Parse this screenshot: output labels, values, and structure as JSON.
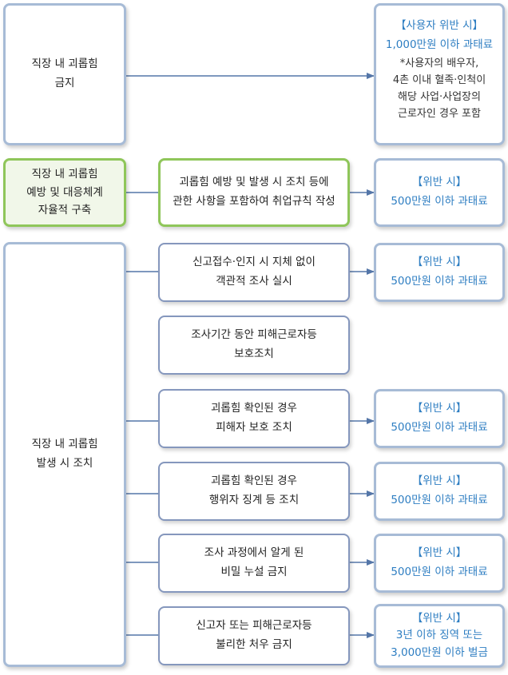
{
  "rows": {
    "ban": {
      "left_lines": [
        "직장 내 괴롭힘",
        "금지"
      ],
      "penalty_lines": [
        "【사용자 위반 시】",
        "1,000만원 이하 과태료"
      ],
      "note_lines": [
        "*사용자의 배우자,",
        "4촌 이내 혈족·인척이",
        "해당 사업·사업장의",
        "근로자인 경우 포함"
      ]
    },
    "prevention": {
      "left_lines": [
        "직장 내 괴롭힘",
        "예방 및 대응체계",
        "자율적 구축"
      ],
      "action_lines": [
        "괴롭힘 예방 및 발생 시 조치 등에",
        "관한 사항을 포함하여 취업규칙  작성"
      ],
      "penalty_lines": [
        "【위반 시】",
        "500만원 이하 과태료"
      ]
    },
    "measures": {
      "left_lines": [
        "직장 내 괴롭힘",
        "발생 시 조치"
      ],
      "actions": [
        {
          "lines": [
            "신고접수·인지 시 지체 없이",
            "객관적 조사 실시"
          ],
          "penalty_lines": [
            "【위반 시】",
            "500만원 이하 과태료"
          ]
        },
        {
          "lines": [
            "조사기간 동안 피해근로자등",
            "보호조치"
          ],
          "penalty_lines": []
        },
        {
          "lines": [
            "괴롭힘 확인된 경우",
            "피해자 보호 조치"
          ],
          "penalty_lines": [
            "【위반 시】",
            "500만원 이하 과태료"
          ]
        },
        {
          "lines": [
            "괴롭힘 확인된 경우",
            "행위자 징계 등 조치"
          ],
          "penalty_lines": [
            "【위반 시】",
            "500만원 이하 과태료"
          ]
        },
        {
          "lines": [
            "조사 과정에서 알게 된",
            "비밀 누설 금지"
          ],
          "penalty_lines": [
            "【위반 시】",
            "500만원 이하 과태료"
          ]
        },
        {
          "lines": [
            "신고자 또는 피해근로자등",
            "불리한 처우 금지"
          ],
          "penalty_lines": [
            "【위반 시】",
            "3년 이하 징역 또는",
            "3,000만원 이하 벌금"
          ]
        }
      ]
    }
  },
  "colors": {
    "connector": "#5476a8",
    "penalty_text": "#2e7ec2",
    "green_border": "#8fc65a",
    "blue_border": "#a7bbd6"
  }
}
